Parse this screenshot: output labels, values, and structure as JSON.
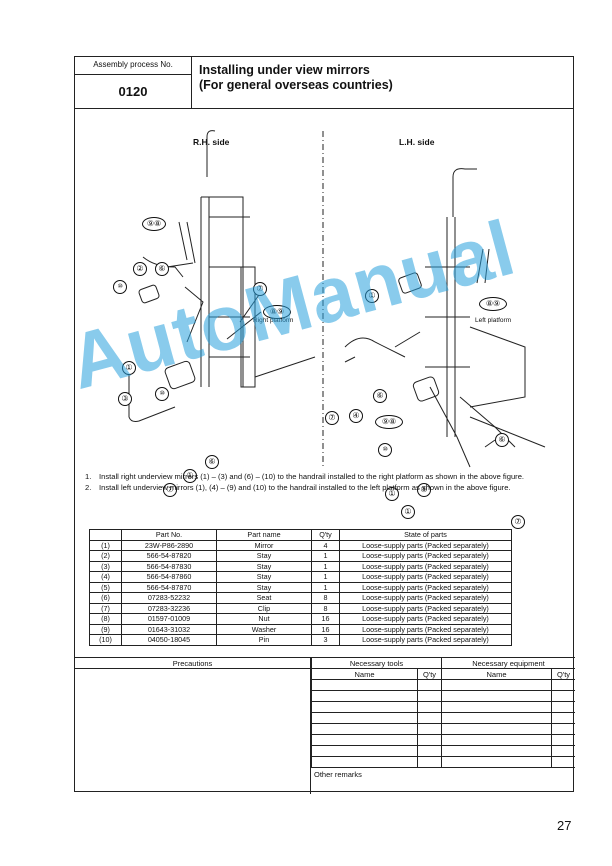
{
  "header": {
    "process_label": "Assembly process No.",
    "process_number": "0120",
    "title_line1": "Installing under view mirrors",
    "title_line2": "(For general overseas countries)"
  },
  "diagram": {
    "rh_label": "R.H. side",
    "lh_label": "L.H. side",
    "right_platform": "Right platform",
    "left_platform": "Left platform",
    "callouts_rh": [
      "⑨⑧",
      "②",
      "⑥",
      "⑩",
      "⑦",
      "⑧⑨",
      "①",
      "③",
      "⑩",
      "⑥",
      "①",
      "⑦"
    ],
    "callouts_lh": [
      "①",
      "⑧⑨",
      "⑥",
      "⑦",
      "④",
      "⑨⑧",
      "⑩",
      "⑥",
      "①",
      "⑤",
      "①",
      "⑦"
    ]
  },
  "notes": [
    {
      "n": "1.",
      "text": "Install right underview mirrors (1) – (3) and (6) – (10) to the handrail installed to the right platform as shown in the above figure."
    },
    {
      "n": "2.",
      "text": "Install left underview mirrors (1), (4) – (9) and (10) to the handrail installed to the left platform as shown in the above figure."
    }
  ],
  "parts_table": {
    "headers": [
      "",
      "Part No.",
      "Part name",
      "Q'ty",
      "State of parts"
    ],
    "rows": [
      [
        "(1)",
        "23W-P86-2890",
        "Mirror",
        "4",
        "Loose-supply parts (Packed separately)"
      ],
      [
        "(2)",
        "566-54-87820",
        "Stay",
        "1",
        "Loose-supply parts (Packed separately)"
      ],
      [
        "(3)",
        "566-54-87830",
        "Stay",
        "1",
        "Loose-supply parts (Packed separately)"
      ],
      [
        "(4)",
        "566-54-87860",
        "Stay",
        "1",
        "Loose-supply parts (Packed separately)"
      ],
      [
        "(5)",
        "566-54-87870",
        "Stay",
        "1",
        "Loose-supply parts (Packed separately)"
      ],
      [
        "(6)",
        "07283-52232",
        "Seat",
        "8",
        "Loose-supply parts (Packed separately)"
      ],
      [
        "(7)",
        "07283-32236",
        "Clip",
        "8",
        "Loose-supply parts (Packed separately)"
      ],
      [
        "(8)",
        "01597-01009",
        "Nut",
        "16",
        "Loose-supply parts (Packed separately)"
      ],
      [
        "(9)",
        "01643-31032",
        "Washer",
        "16",
        "Loose-supply parts (Packed separately)"
      ],
      [
        "(10)",
        "04050-18045",
        "Pin",
        "3",
        "Loose-supply parts (Packed separately)"
      ]
    ]
  },
  "bottom": {
    "precautions": "Precautions",
    "necessary_tools": "Necessary tools",
    "necessary_equipment": "Necessary equipment",
    "name": "Name",
    "qty": "Q'ty",
    "other_remarks": "Other remarks"
  },
  "watermark": "AutoManual",
  "page_number": "27"
}
